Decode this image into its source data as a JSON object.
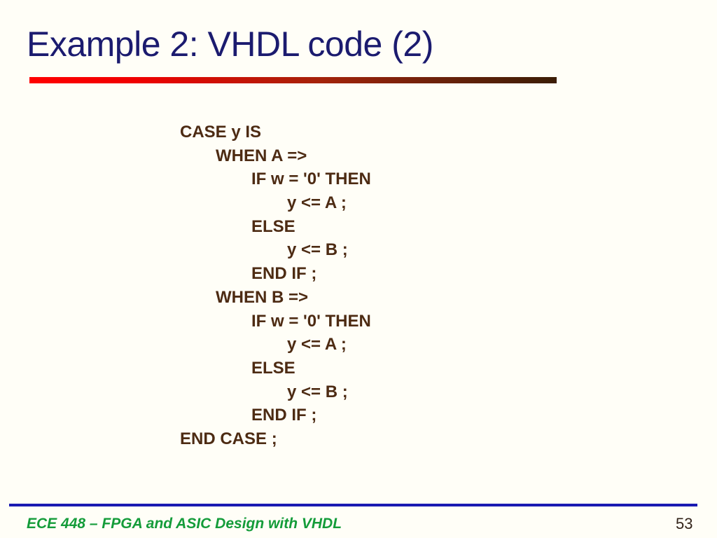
{
  "slide": {
    "title": "Example 2: VHDL code (2)",
    "code_lines": [
      {
        "indent": 0,
        "text": "CASE y IS"
      },
      {
        "indent": 1,
        "text": "WHEN A =>"
      },
      {
        "indent": 2,
        "text": "IF w = '0' THEN"
      },
      {
        "indent": 3,
        "text": "y <= A ;"
      },
      {
        "indent": 2,
        "text": "ELSE"
      },
      {
        "indent": 3,
        "text": "y <= B ;"
      },
      {
        "indent": 2,
        "text": "END IF ;"
      },
      {
        "indent": 1,
        "text": "WHEN B =>"
      },
      {
        "indent": 2,
        "text": "IF w = '0' THEN"
      },
      {
        "indent": 3,
        "text": "y <= A ;"
      },
      {
        "indent": 2,
        "text": "ELSE"
      },
      {
        "indent": 3,
        "text": "y <= B ;"
      },
      {
        "indent": 2,
        "text": "END IF ;"
      },
      {
        "indent": 0,
        "text": "END CASE ;"
      }
    ],
    "footer": {
      "course": "ECE 448 – FPGA and ASIC Design with VHDL",
      "page": "53"
    },
    "colors": {
      "title": "#1b1b6f",
      "code": "#4d2b13",
      "footer_text": "#149c3a",
      "footer_line": "#1a1ab2",
      "page_number": "#33241a",
      "underline_gradient_start": "#ff0000",
      "underline_gradient_end": "#3b1d05",
      "background": "#fffef7"
    }
  }
}
